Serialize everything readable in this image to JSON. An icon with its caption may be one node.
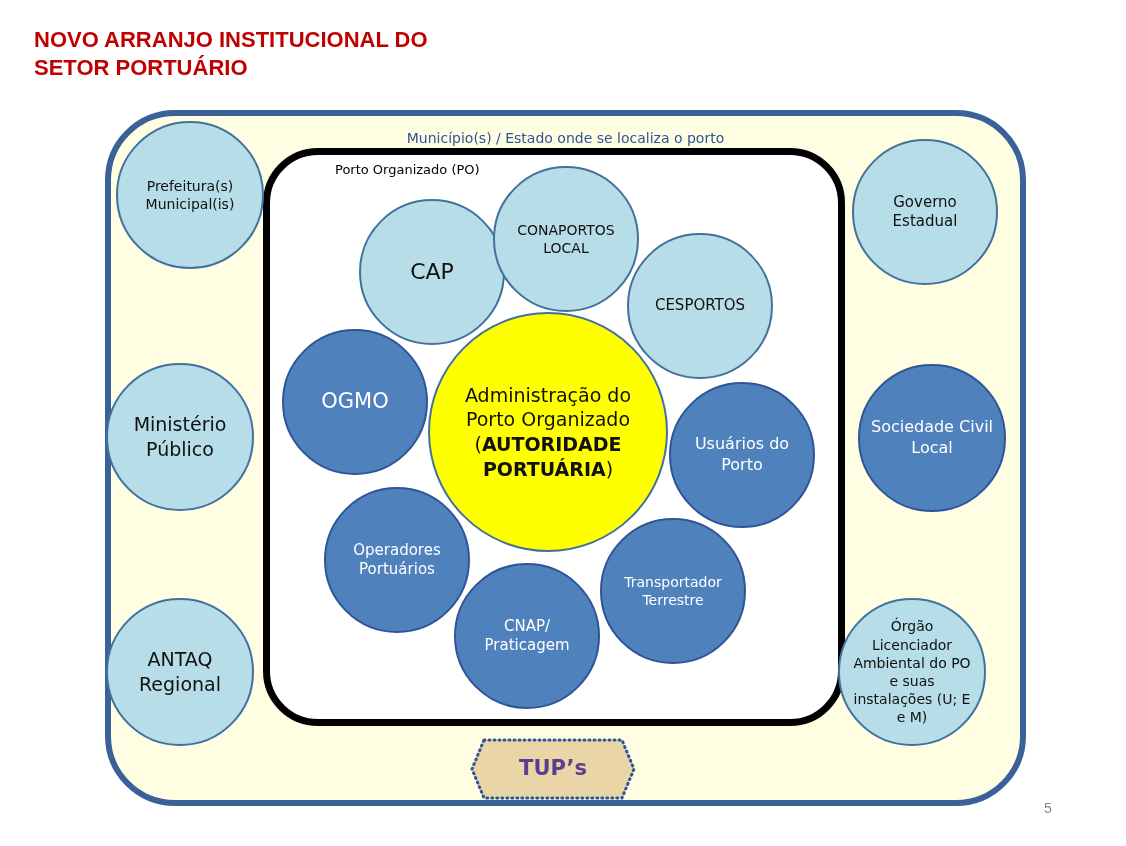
{
  "diagram": {
    "title": "NOVO ARRANJO INSTITUCIONAL DO SETOR PORTUÁRIO",
    "nodes": [
      {
        "text": [
          "Município(s) / Estado onde se localiza o porto"
        ]
      },
      {
        "text": [
          "Porto Organizado (PO)"
        ],
        "in": 0
      },
      {
        "text": [
          "Prefeitura(s) Municipal(is)"
        ],
        "in": 0
      },
      {
        "text": [
          "Ministério Público"
        ],
        "in": 0
      },
      {
        "text": [
          "ANTAQ Regional"
        ],
        "in": 0
      },
      {
        "text": [
          "Governo Estadual"
        ],
        "in": 0
      },
      {
        "text": [
          "Sociedade Civil Local"
        ],
        "in": 0
      },
      {
        "text": [
          "Órgão Licenciador Ambiental do PO e suas instalações (U; E e M)"
        ],
        "in": 0
      },
      {
        "text": [
          "TUP’s"
        ],
        "in": 0
      },
      {
        "text": [
          "CAP"
        ],
        "in": 1
      },
      {
        "text": [
          "CONAPORTOS LOCAL"
        ],
        "in": 1
      },
      {
        "text": [
          "CESPORTOS"
        ],
        "in": 1
      },
      {
        "text": [
          "OGMO"
        ],
        "in": 1
      },
      {
        "text": [
          "Administração do Porto Organizado (**AUTORIDADE PORTUÁRIA**)"
        ],
        "in": 1
      },
      {
        "text": [
          "Usuários do Porto"
        ],
        "in": 1
      },
      {
        "text": [
          "Operadores Portuários"
        ],
        "in": 1
      },
      {
        "text": [
          "Transportador Terrestre"
        ],
        "in": 1
      },
      {
        "text": [
          "CNAP/ Praticagem"
        ],
        "in": 1
      }
    ],
    "labels": [
      "5"
    ]
  }
}
